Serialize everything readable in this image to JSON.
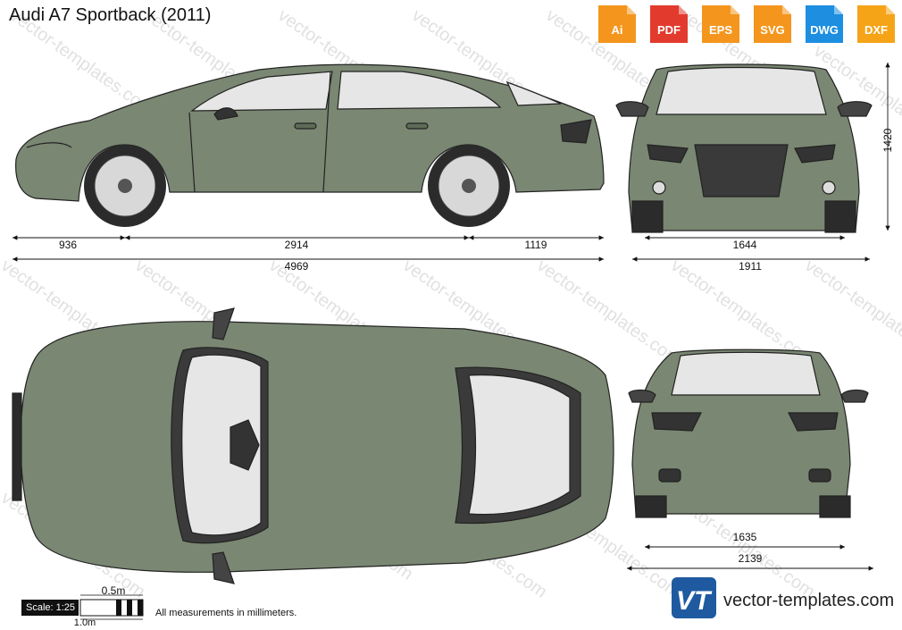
{
  "title": "Audi A7 Sportback (2011)",
  "formats": [
    {
      "label": "Ai",
      "color": "#f4961e",
      "icon": "ai-file-icon"
    },
    {
      "label": "PDF",
      "color": "#e23b2e",
      "icon": "pdf-file-icon"
    },
    {
      "label": "EPS",
      "color": "#f4961e",
      "icon": "eps-file-icon"
    },
    {
      "label": "SVG",
      "color": "#f4961e",
      "icon": "svg-file-icon"
    },
    {
      "label": "DWG",
      "color": "#1d8ee0",
      "icon": "dwg-file-icon"
    },
    {
      "label": "DXF",
      "color": "#f5a418",
      "icon": "dxf-file-icon"
    }
  ],
  "dimensions": {
    "front_overhang": "936",
    "wheelbase": "2914",
    "rear_overhang": "1119",
    "length": "4969",
    "height": "1420",
    "front_track": "1644",
    "width": "1911",
    "rear_track": "1635",
    "width_mirrors": "2139"
  },
  "scale": {
    "label": "Scale: 1:25",
    "half": "0.5m",
    "full": "1.0m"
  },
  "note": "All measurements in millimeters.",
  "brand": {
    "logo_text": "VT",
    "name": "vector-templates.com",
    "color": "#1f5aa0"
  },
  "watermark": "vector-templates.com",
  "colors": {
    "body": "#7a8772",
    "glass": "#e6e6e6",
    "dark": "#333333"
  }
}
